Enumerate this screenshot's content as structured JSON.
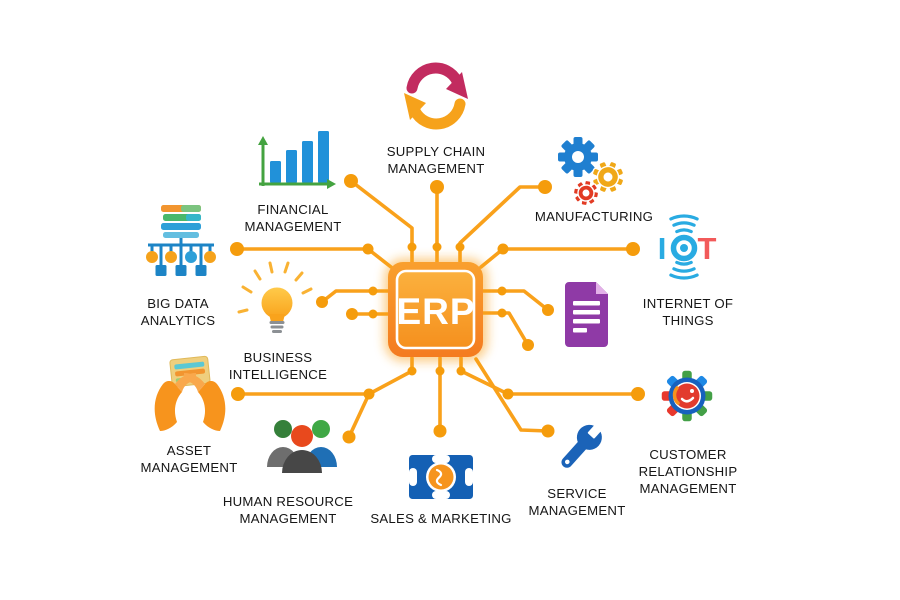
{
  "title": "ERP modules diagram",
  "center": {
    "label": "ERP"
  },
  "iot": {
    "letter_i": "I",
    "letter_t": "T"
  },
  "nodes": [
    {
      "id": "supply-chain-management",
      "label": "SUPPLY CHAIN\nMANAGEMENT",
      "icon": "cycle-arrows-icon"
    },
    {
      "id": "manufacturing",
      "label": "MANUFACTURING",
      "icon": "gears-icon"
    },
    {
      "id": "internet-of-things",
      "label": "INTERNET OF\nTHINGS",
      "icon": "iot-wifi-icon"
    },
    {
      "id": "customer-relationship-management",
      "label": "CUSTOMER\nRELATIONSHIP\nMANAGEMENT",
      "icon": "smiley-gear-icon"
    },
    {
      "id": "service-management",
      "label": "SERVICE\nMANAGEMENT",
      "icon": "wrench-icon"
    },
    {
      "id": "sales-marketing",
      "label": "SALES & MARKETING",
      "icon": "banknote-icon"
    },
    {
      "id": "human-resource-management",
      "label": "HUMAN RESOURCE\nMANAGEMENT",
      "icon": "people-group-icon"
    },
    {
      "id": "asset-management",
      "label": "ASSET\nMANAGEMENT",
      "icon": "hands-holding-icon"
    },
    {
      "id": "business-intelligence",
      "label": "BUSINESS\nINTELLIGENCE",
      "icon": "lightbulb-icon"
    },
    {
      "id": "big-data-analytics",
      "label": "BIG DATA\nANALYTICS",
      "icon": "data-hierarchy-icon"
    },
    {
      "id": "financial-management",
      "label": "FINANCIAL\nMANAGEMENT",
      "icon": "bar-chart-icon"
    }
  ],
  "colors": {
    "trace_line": "#F9A11B",
    "trace_dot": "#F59C0C",
    "chip_gradient_top": "#FBAE3C",
    "chip_gradient_bottom": "#F5831F",
    "chip_text": "#FFFFFF",
    "label_text": "#161616",
    "supply_arrow_top": "#C22B5F",
    "supply_arrow_bottom": "#F6A21B",
    "gear_blue": "#1F7FD0",
    "gear_yellow": "#F0A818",
    "gear_red": "#E23B24",
    "iot_blue": "#29ABE2",
    "iot_red": "#F25A5A",
    "document_purple": "#8F3AA6",
    "wrench_blue": "#1B63B8",
    "note_blue": "#1460B4",
    "bulb_yellow": "#F9A825"
  }
}
